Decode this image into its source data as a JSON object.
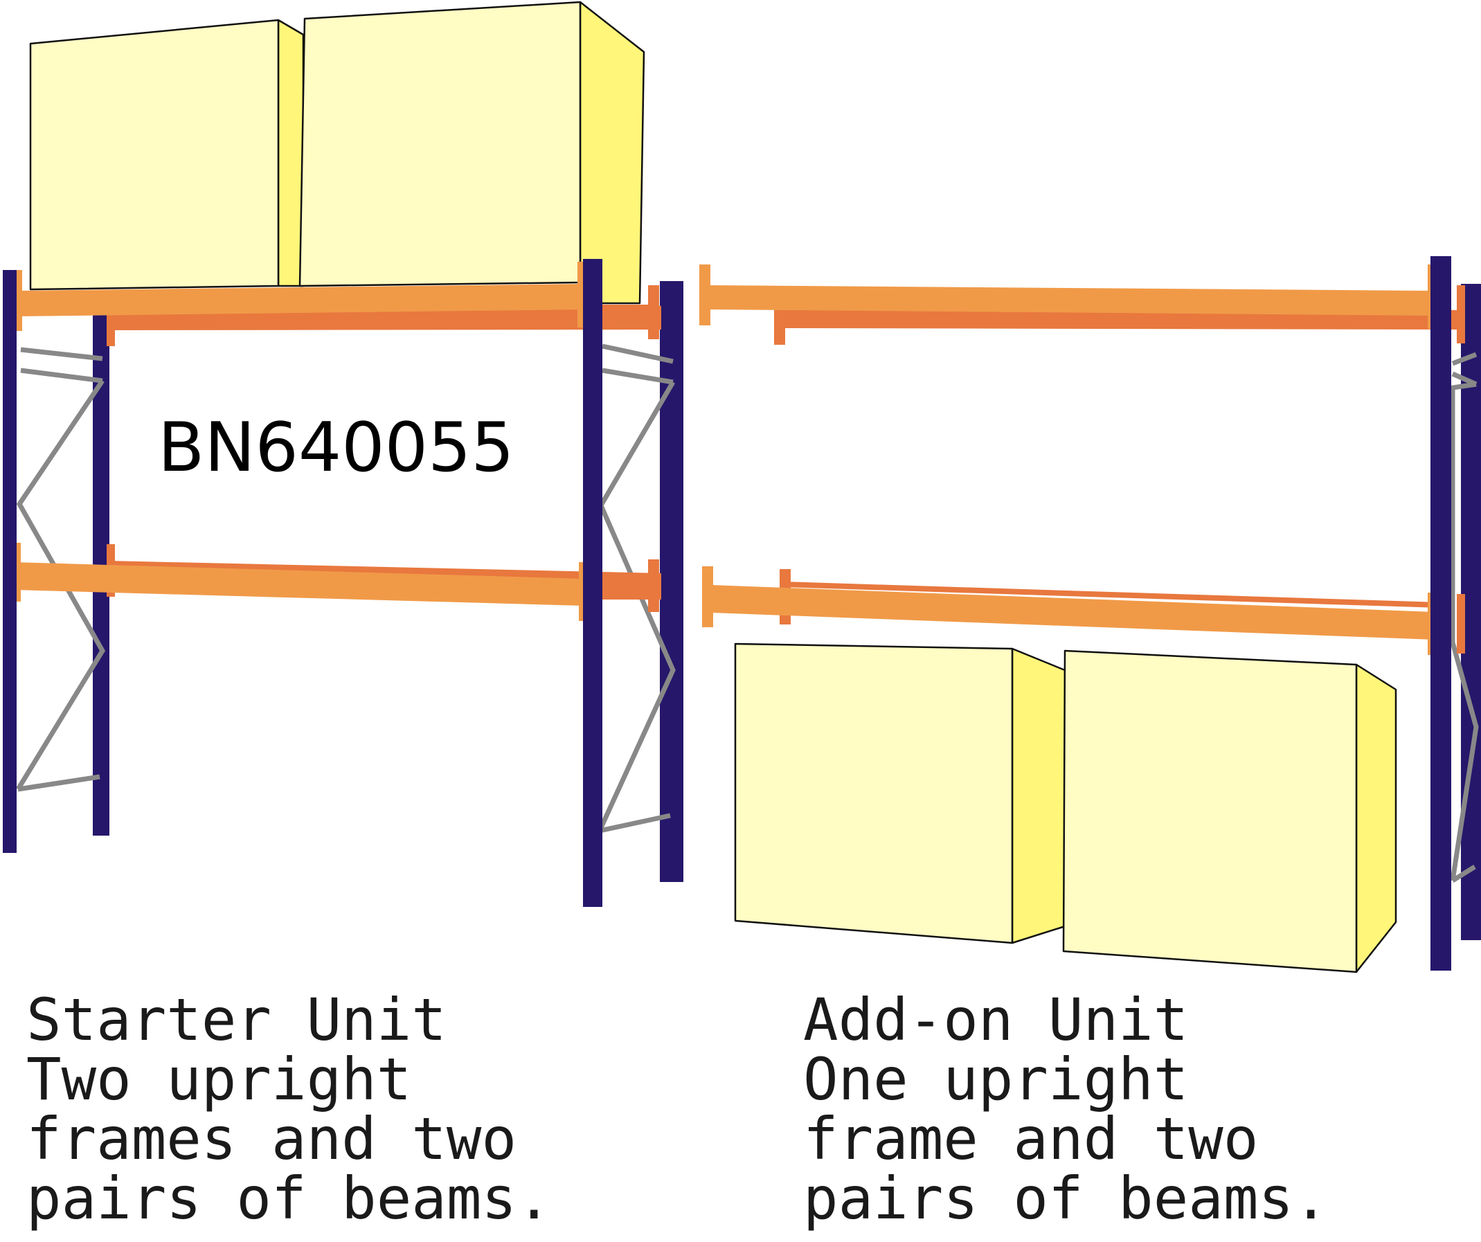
{
  "product_code": "BN640055",
  "starter_unit": {
    "title": "Starter Unit",
    "description_lines": [
      "Two upright",
      "frames and two",
      "pairs of beams."
    ]
  },
  "addon_unit": {
    "title": "Add-on Unit",
    "description_lines": [
      "One upright",
      "frame and two",
      "pairs of beams."
    ]
  },
  "colors": {
    "upright": "#26176b",
    "beam_front": "#f09a48",
    "beam_back": "#e8783e",
    "brace": "#888888",
    "box_face": "#fffcc4",
    "box_side": "#fff67a",
    "box_outline": "#111111"
  }
}
